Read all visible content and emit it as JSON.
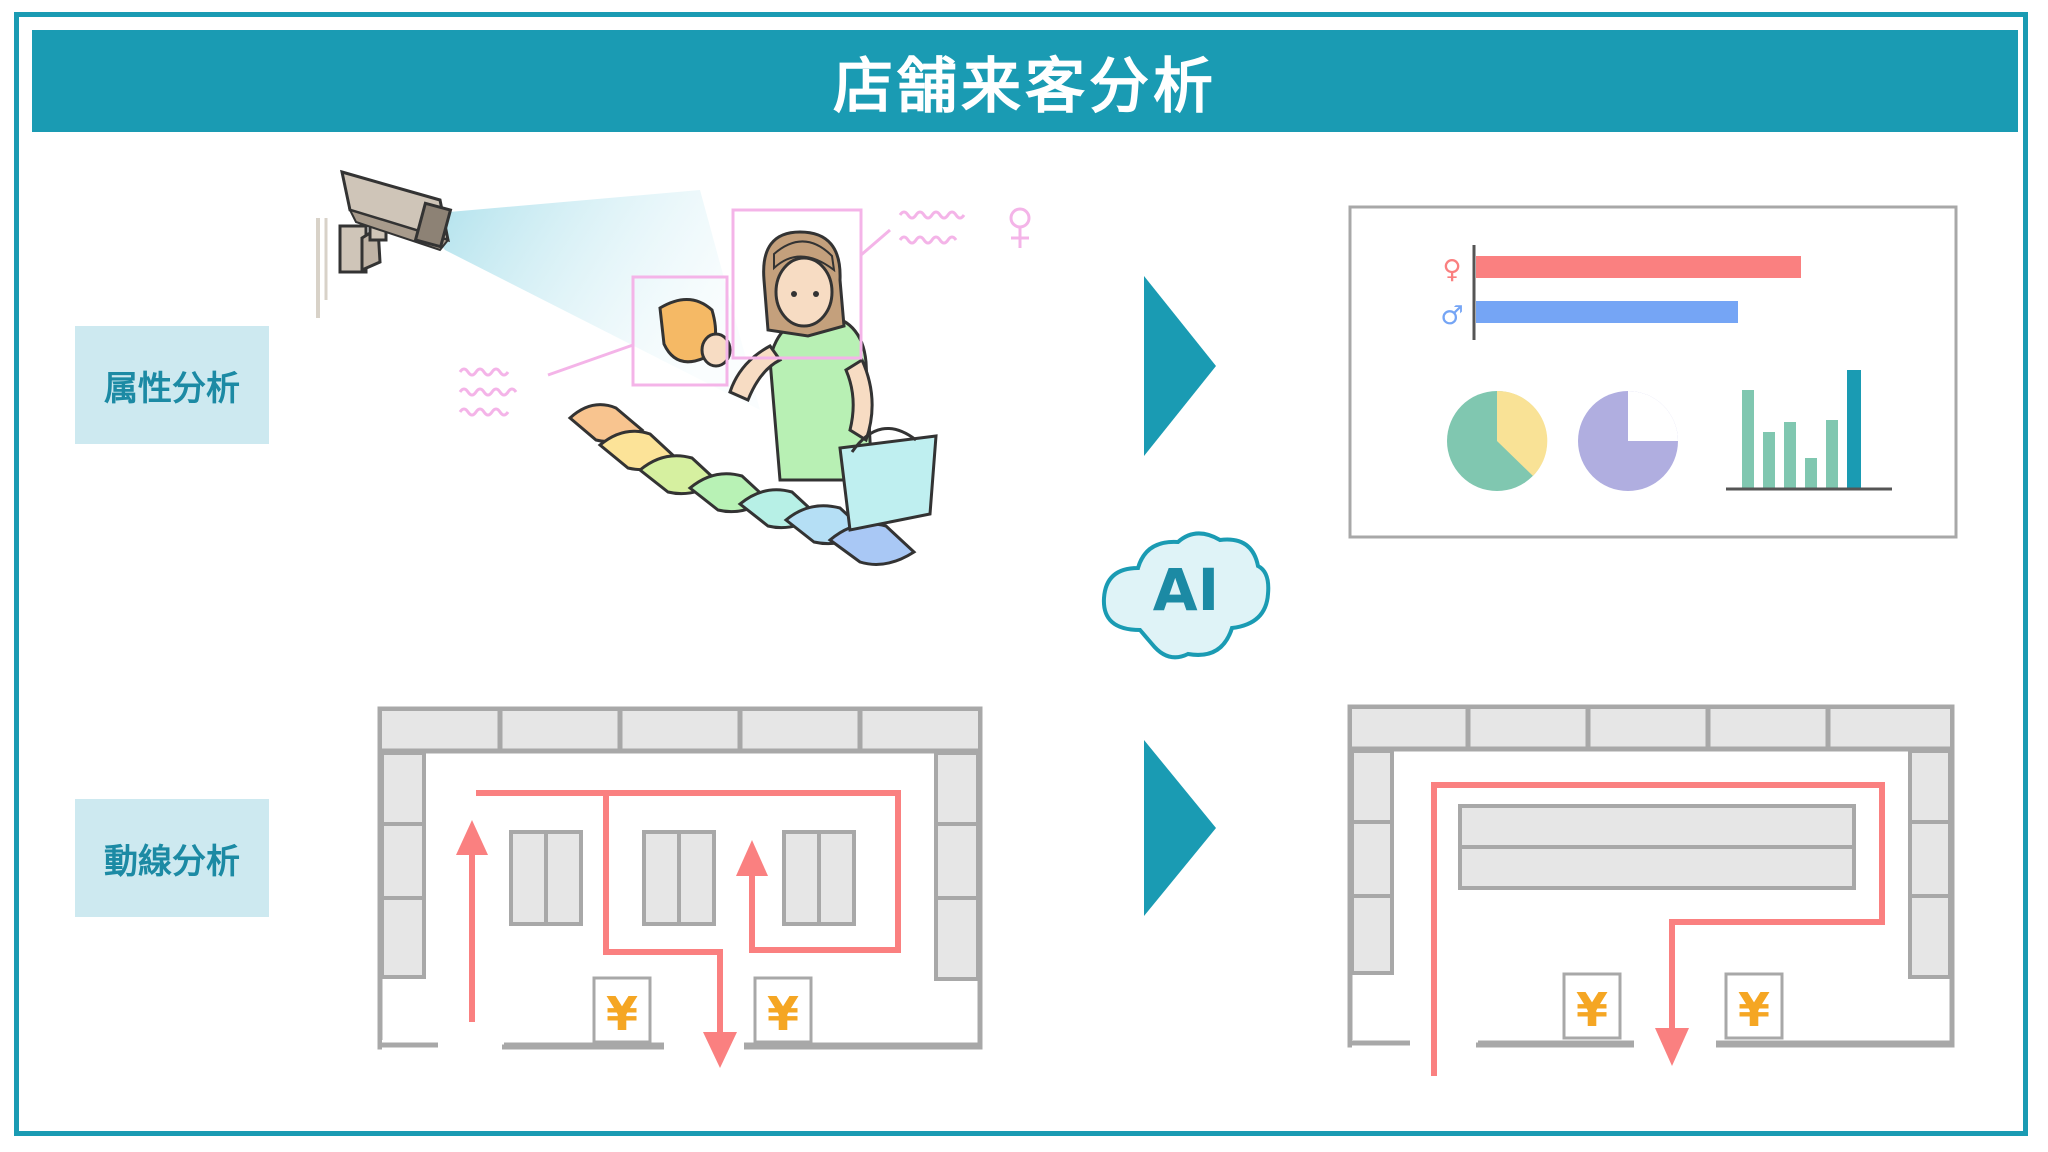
{
  "header": {
    "title": "店舗来客分析"
  },
  "labels": {
    "attribute": "属性分析",
    "flow": "動線分析"
  },
  "ai": {
    "label": "AI"
  },
  "register": {
    "symbol": "¥"
  },
  "chart_data": {
    "type": "bar",
    "categories": [
      "♀",
      "♂"
    ],
    "values": [
      1,
      0.805
    ],
    "colors": {
      "female": "#fa8080",
      "male": "#75a5f5"
    }
  },
  "icons": [
    "security-camera-icon",
    "shopper-illustration",
    "next-arrow-icon",
    "ai-cloud-icon",
    "pie-chart-icon",
    "bar-chart-icon",
    "cash-register-icon"
  ]
}
